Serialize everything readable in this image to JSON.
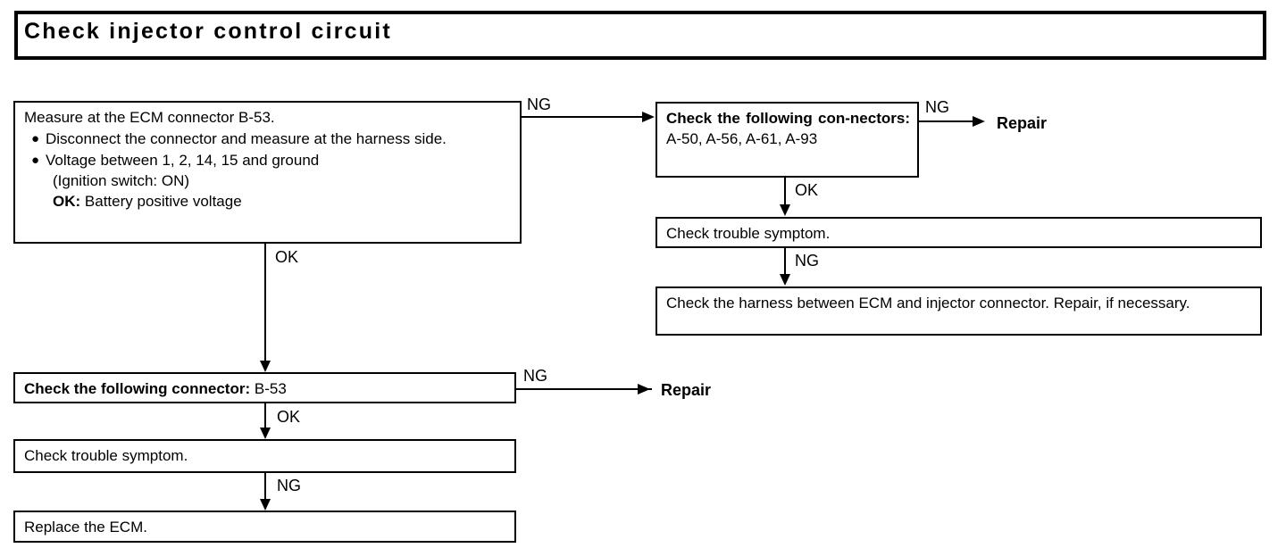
{
  "header": {
    "title": "Check injector control circuit"
  },
  "flow": {
    "measure_box": {
      "line1": "Measure at the ECM connector B-53.",
      "bullet1": "Disconnect the connector and measure at the harness side.",
      "bullet2": "Voltage between 1, 2, 14, 15 and ground",
      "bullet2_sub1": "(Ignition switch: ON)",
      "bullet2_sub2_label": "OK:",
      "bullet2_sub2_value": "Battery positive voltage"
    },
    "connectors_a_box": {
      "label": "Check the following con-nectors:",
      "value": "A-50, A-56, A-61, A-93"
    },
    "check_symptom_right": "Check trouble symptom.",
    "harness_box": "Check the harness between ECM and injector connector. Repair, if necessary.",
    "connector_b_box": {
      "label": "Check the following connector:",
      "value": "B-53"
    },
    "check_symptom_left": "Check trouble symptom.",
    "replace_ecm_box": "Replace the ECM."
  },
  "edges": {
    "measure_ng": "NG",
    "measure_ok": "OK",
    "connectors_a_ng": "NG",
    "connectors_a_ok": "OK",
    "symptom_right_ng": "NG",
    "connector_b_ng": "NG",
    "connector_b_ok": "OK",
    "symptom_left_ng": "NG",
    "repair_top": "Repair",
    "repair_bottom": "Repair"
  },
  "colors": {
    "ink": "#000000",
    "paper": "#ffffff"
  }
}
